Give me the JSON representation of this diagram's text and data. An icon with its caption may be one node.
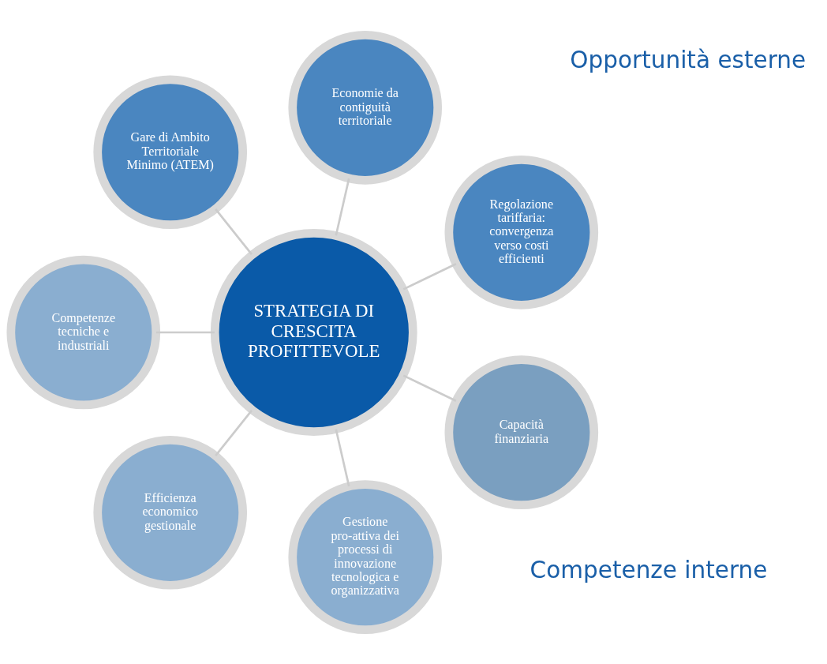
{
  "diagram": {
    "nodes": [
      {
        "text": [
          "STRATEGIA DI CRESCITA PROFITTEVOLE"
        ]
      },
      {
        "text": [
          "Regolazione tariffaria: convergenza verso costi efficienti"
        ]
      },
      {
        "text": [
          "Economie da contiguità territoriale"
        ]
      },
      {
        "text": [
          "Gare di Ambito Territoriale Minimo (ATEM)"
        ]
      },
      {
        "text": [
          "Competenze tecniche e industriali"
        ]
      },
      {
        "text": [
          "Efficienza economico gestionale"
        ]
      },
      {
        "text": [
          "Gestione pro-attiva dei processi di innovazione tecnologica e organizzativa"
        ]
      },
      {
        "text": [
          "Capacità finanziaria"
        ]
      }
    ],
    "edges": [
      {
        "from": 0,
        "to": 1,
        "arrow": "none"
      },
      {
        "from": 0,
        "to": 2,
        "arrow": "none"
      },
      {
        "from": 0,
        "to": 3,
        "arrow": "none"
      },
      {
        "from": 0,
        "to": 4,
        "arrow": "none"
      },
      {
        "from": 0,
        "to": 5,
        "arrow": "none"
      },
      {
        "from": 0,
        "to": 6,
        "arrow": "none"
      },
      {
        "from": 0,
        "to": 7,
        "arrow": "none"
      }
    ],
    "labels": [
      "Opportunità esterne",
      "Competenze interne"
    ]
  }
}
